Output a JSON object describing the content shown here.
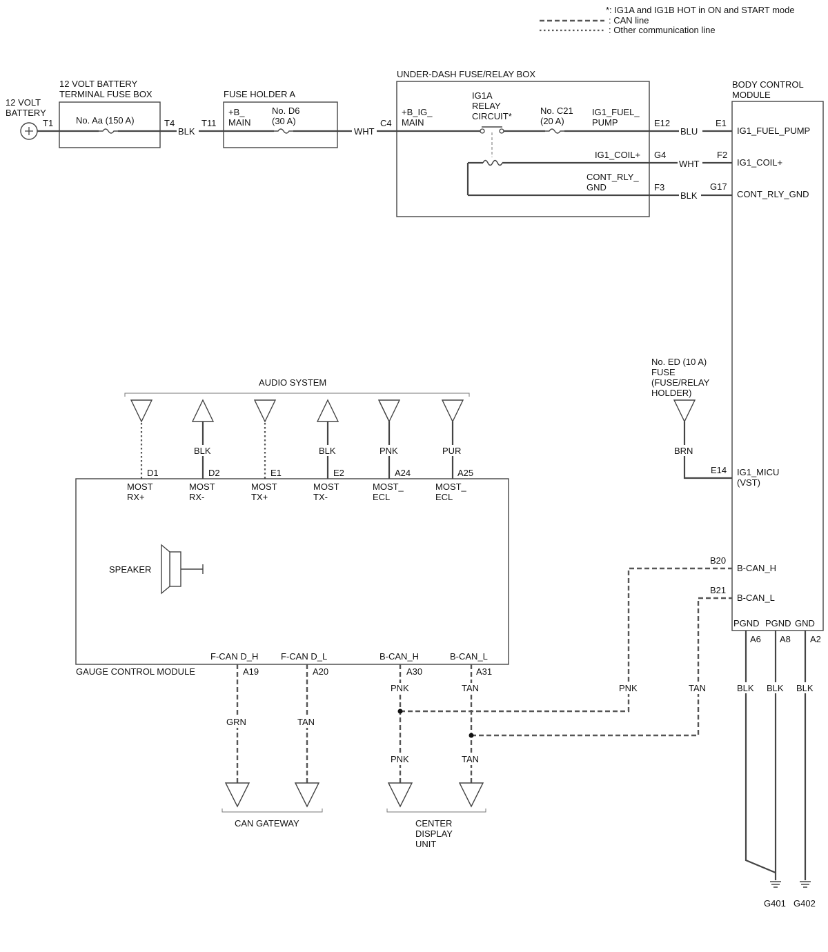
{
  "legend": {
    "star_note": "*: IG1A and IG1B HOT in ON and START mode",
    "can_line": ": CAN line",
    "other_line": ": Other communication line"
  },
  "battery": {
    "name_line1": "12 VOLT",
    "name_line2": "BATTERY",
    "terminal": "T1"
  },
  "terminal_fuse_box": {
    "title_line1": "12 VOLT BATTERY",
    "title_line2": "TERMINAL FUSE BOX",
    "fuse": "No. Aa (150 A)",
    "out_terminal": "T4",
    "wire": "BLK"
  },
  "fuse_holder_a": {
    "title": "FUSE HOLDER A",
    "in_terminal": "T11",
    "label_line1": "+B_",
    "label_line2": "MAIN",
    "fuse_line1": "No. D6",
    "fuse_line2": "(30 A)",
    "wire": "WHT"
  },
  "under_dash": {
    "title": "UNDER-DASH FUSE/RELAY BOX",
    "in_terminal": "C4",
    "label_line1": "+B_IG_",
    "label_line2": "MAIN",
    "relay_line1": "IG1A",
    "relay_line2": "RELAY",
    "relay_line3": "CIRCUIT*",
    "fuse_line1": "No. C21",
    "fuse_line2": "(20 A)",
    "out1_line1": "IG1_FUEL_",
    "out1_line2": "PUMP",
    "out1_terminal": "E12",
    "out2": "IG1_COIL+",
    "out2_terminal": "G4",
    "out3_line1": "CONT_RLY_",
    "out3_line2": "GND",
    "out3_terminal": "F3"
  },
  "bcm": {
    "title_line1": "BODY CONTROL",
    "title_line2": "MODULE",
    "pins": [
      {
        "terminal": "E1",
        "wire": "BLU",
        "label": "IG1_FUEL_PUMP"
      },
      {
        "terminal": "F2",
        "wire": "WHT",
        "label": "IG1_COIL+"
      },
      {
        "terminal": "G17",
        "wire": "BLK",
        "label": "CONT_RLY_GND"
      }
    ],
    "micu_terminal": "E14",
    "micu_line1": "IG1_MICU",
    "micu_line2": "(VST)",
    "can_h_terminal": "B20",
    "can_h_label": "B-CAN_H",
    "can_l_terminal": "B21",
    "can_l_label": "B-CAN_L",
    "grounds": [
      {
        "label": "PGND",
        "terminal": "A6",
        "wire": "BLK"
      },
      {
        "label": "PGND",
        "terminal": "A8",
        "wire": "BLK"
      },
      {
        "label": "GND",
        "terminal": "A2",
        "wire": "BLK"
      }
    ],
    "g401": "G401",
    "g402": "G402",
    "wire_pnk": "PNK",
    "wire_tan": "TAN"
  },
  "fuse_ed": {
    "line1": "No. ED (10 A)",
    "line2": "FUSE",
    "line3": "(FUSE/RELAY",
    "line4": "HOLDER)",
    "wire": "BRN"
  },
  "audio": {
    "title": "AUDIO SYSTEM",
    "pins": [
      {
        "wire": "",
        "terminal": "D1",
        "l1": "MOST",
        "l2": "RX+"
      },
      {
        "wire": "BLK",
        "terminal": "D2",
        "l1": "MOST",
        "l2": "RX-"
      },
      {
        "wire": "",
        "terminal": "E1",
        "l1": "MOST",
        "l2": "TX+"
      },
      {
        "wire": "BLK",
        "terminal": "E2",
        "l1": "MOST",
        "l2": "TX-"
      },
      {
        "wire": "PNK",
        "terminal": "A24",
        "l1": "MOST_",
        "l2": "ECL"
      },
      {
        "wire": "PUR",
        "terminal": "A25",
        "l1": "MOST_",
        "l2": "ECL"
      }
    ]
  },
  "gauge": {
    "title": "GAUGE CONTROL MODULE",
    "speaker": "SPEAKER",
    "pins": [
      {
        "label": "F-CAN D_H",
        "terminal": "A19",
        "wire": "GRN"
      },
      {
        "label": "F-CAN D_L",
        "terminal": "A20",
        "wire": "TAN"
      },
      {
        "label": "B-CAN_H",
        "terminal": "A30",
        "wire": "PNK"
      },
      {
        "label": "B-CAN_L",
        "terminal": "A31",
        "wire": "TAN"
      }
    ],
    "cdu_wire_h": "PNK",
    "cdu_wire_l": "TAN"
  },
  "can_gateway": "CAN GATEWAY",
  "center_display": {
    "line1": "CENTER",
    "line2": "DISPLAY",
    "line3": "UNIT"
  }
}
